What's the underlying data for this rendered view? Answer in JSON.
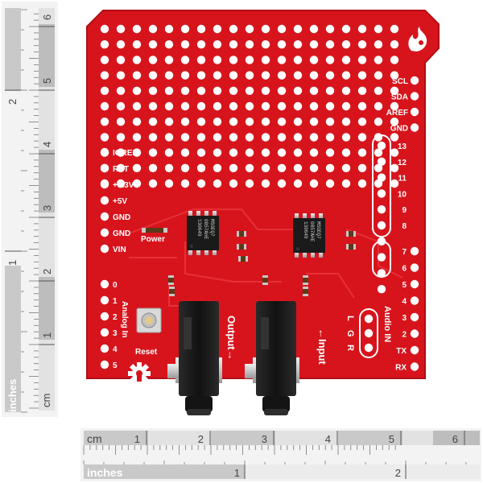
{
  "board": {
    "colors": {
      "pcb": "#d7141c",
      "pad": "#ffffff",
      "silk": "#ffffff",
      "jack": "#1c1c1c",
      "solder": "#c8c8c8"
    },
    "left_header": [
      "IOREF",
      "RST",
      "+3.3V",
      "+5V",
      "GND",
      "GND",
      "VIN"
    ],
    "analog_pins": [
      "0",
      "1",
      "2",
      "3",
      "4",
      "5"
    ],
    "analog_label": "Analog In",
    "right_top_header": [
      "SCL",
      "SDA",
      "AREF",
      "GND",
      "13",
      "12",
      "11",
      "10",
      "9",
      "8"
    ],
    "right_bottom_header": [
      "7",
      "6",
      "5",
      "4",
      "3",
      "2",
      "TX",
      "RX"
    ],
    "power_label": "Power",
    "reset_label": "Reset",
    "output_label": "Output→",
    "input_label": "←Input",
    "audio_in_label": "Audio IN",
    "channel_labels": [
      "L",
      "G",
      "R"
    ],
    "chip_text": [
      "MSGEQ7",
      "0857AHE",
      "130649"
    ],
    "logo_icon": "sparkfun-flame-icon",
    "oshw_icon": "open-source-hardware-gear-icon"
  },
  "ruler_bottom": {
    "cm_unit": "cm",
    "cm_ticks": [
      "1",
      "2",
      "3",
      "4",
      "5",
      "6"
    ],
    "inch_unit": "inches",
    "inch_ticks": [
      "1",
      "2"
    ]
  },
  "ruler_left": {
    "cm_unit": "cm",
    "cm_ticks": [
      "1",
      "2",
      "3",
      "4",
      "5",
      "6"
    ],
    "inch_unit": "inches",
    "inch_ticks": [
      "1",
      "2"
    ]
  }
}
